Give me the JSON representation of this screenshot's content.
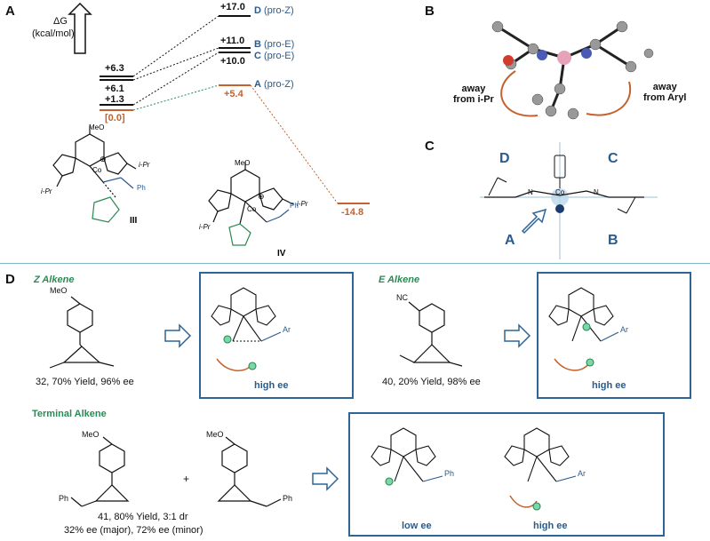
{
  "panels": {
    "a": "A",
    "b": "B",
    "c": "C",
    "d": "D"
  },
  "panel_a": {
    "axis_symbol": "ΔG",
    "axis_unit": "(kcal/mol)",
    "left_levels": [
      "+6.3",
      "+6.1",
      "+1.3",
      "[0.0]"
    ],
    "right_levels": [
      {
        "value": "+17.0",
        "letter": "D",
        "label": "(pro-Z)"
      },
      {
        "value": "+11.0",
        "letter": "B",
        "label": "(pro-E)"
      },
      {
        "value": "+10.0",
        "letter": "C",
        "label": "(pro-E)"
      },
      {
        "value": "+5.4",
        "letter": "A",
        "label": "(pro-Z)"
      }
    ],
    "product_level": "-14.8",
    "struct_III": "III",
    "struct_IV": "IV",
    "atoms": {
      "meo": "MeO",
      "n": "N",
      "o": "O",
      "co": "Co",
      "ipr": "i-Pr",
      "ph": "Ph",
      "plus": "⊕"
    }
  },
  "panel_b": {
    "away_ipr": "away\nfrom i-Pr",
    "away_aryl": "away\nfrom Aryl"
  },
  "panel_c": {
    "quadrants": [
      "D",
      "C",
      "A",
      "B"
    ],
    "n": "N",
    "co": "Co"
  },
  "panel_d": {
    "z_title": "Z Alkene",
    "e_title": "E Alkene",
    "terminal_title": "Terminal Alkene",
    "cmpd32": "32, 70% Yield, 96% ee",
    "cmpd40": "40, 20% Yield, 98% ee",
    "cmpd41a": "41, 80% Yield, 3:1 dr",
    "cmpd41b": "32% ee (major), 72% ee (minor)",
    "high_ee": "high ee",
    "low_ee": "low ee",
    "plus": "+",
    "meo": "MeO",
    "nc": "NC",
    "ph": "Ph",
    "ar": "Ar"
  },
  "colors": {
    "blue": "#2a5b8f",
    "orange": "#c4622d",
    "green": "#2a8a55",
    "box": "#2f6596"
  }
}
